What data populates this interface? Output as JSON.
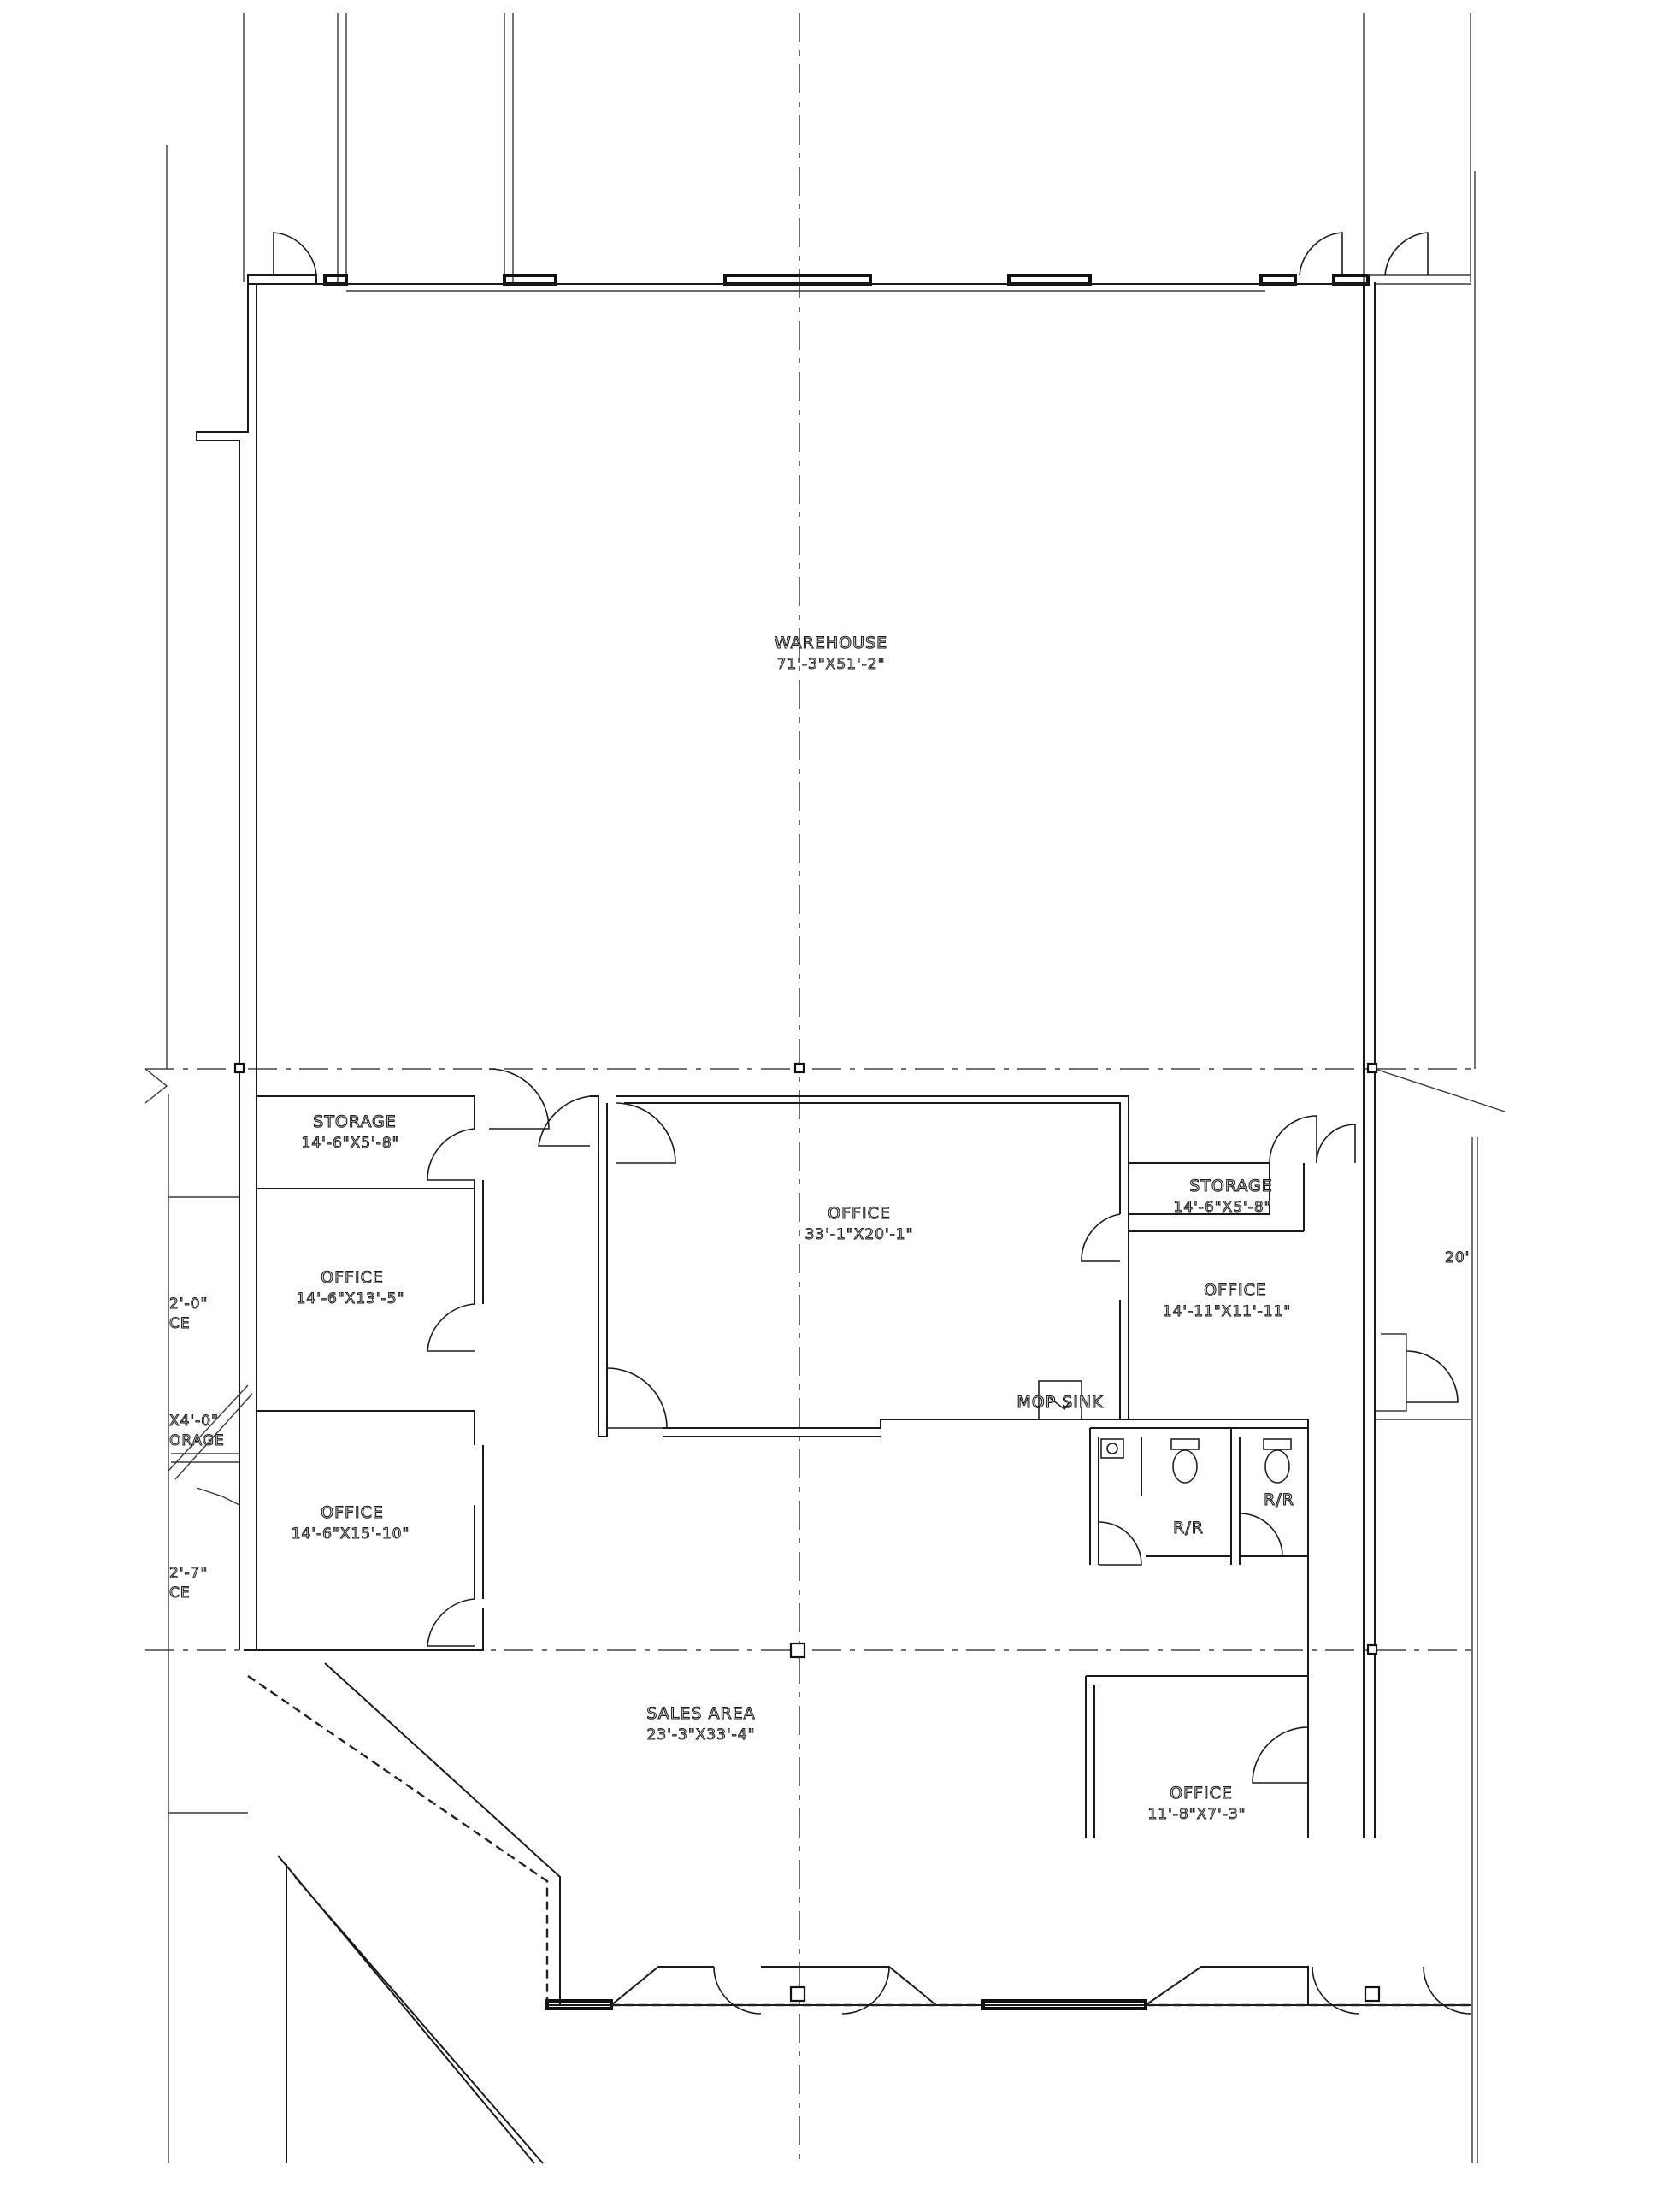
{
  "plan": {
    "rooms": [
      {
        "id": "warehouse",
        "name": "WAREHOUSE",
        "dims": "71'-3\"X51'-2\""
      },
      {
        "id": "storage-left",
        "name": "STORAGE",
        "dims": "14'-6\"X5'-8\""
      },
      {
        "id": "office-left-upper",
        "name": "OFFICE",
        "dims": "14'-6\"X13'-5\""
      },
      {
        "id": "office-left-lower",
        "name": "OFFICE",
        "dims": "14'-6\"X15'-10\""
      },
      {
        "id": "office-center",
        "name": "OFFICE",
        "dims": "33'-1\"X20'-1\""
      },
      {
        "id": "storage-right",
        "name": "STORAGE",
        "dims": "14'-6\"X5'-8\""
      },
      {
        "id": "office-right",
        "name": "OFFICE",
        "dims": "14'-11\"X11'-11\""
      },
      {
        "id": "sales-area",
        "name": "SALES AREA",
        "dims": "23'-3\"X33'-4\""
      },
      {
        "id": "office-bottom-right",
        "name": "OFFICE",
        "dims": "11'-8\"X7'-3\""
      }
    ],
    "labels": {
      "mop_sink": "MOP SINK",
      "restroom_1": "R/R",
      "restroom_2": "R/R"
    },
    "fragments": {
      "left_1": "2'-0\"",
      "left_2": "CE",
      "left_3": "X4'-0\"",
      "left_4": "ORAGE",
      "left_5": "2'-7\"",
      "left_6": "CE",
      "right_1": "20'"
    }
  }
}
